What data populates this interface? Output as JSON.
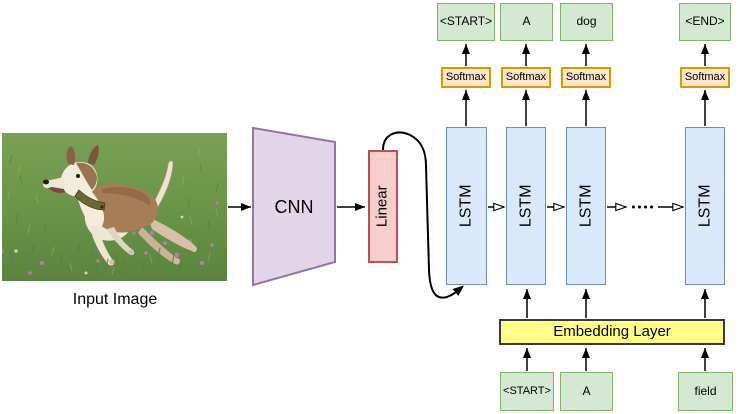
{
  "diagram": {
    "input_image": {
      "label": "Input Image",
      "description": "Photo of a brown and white dog running through a grassy field with small purple flowers"
    },
    "cnn_label": "CNN",
    "linear_label": "Linear",
    "lstm_cells": [
      {
        "label": "LSTM"
      },
      {
        "label": "LSTM"
      },
      {
        "label": "LSTM"
      },
      {
        "label": "LSTM"
      }
    ],
    "softmax_boxes": [
      {
        "label": "Softmax"
      },
      {
        "label": "Softmax"
      },
      {
        "label": "Softmax"
      },
      {
        "label": "Softmax"
      }
    ],
    "output_tokens": [
      {
        "label": "<START>"
      },
      {
        "label": "A"
      },
      {
        "label": "dog"
      },
      {
        "label": "<END>"
      }
    ],
    "input_tokens": [
      {
        "label": "<START>"
      },
      {
        "label": "A"
      },
      {
        "label": "field"
      }
    ],
    "embedding_label": "Embedding Layer",
    "ellipsis": "····"
  },
  "colors": {
    "token_fill": "#d5e8d4",
    "token_stroke": "#82b366",
    "softmax_fill": "#ffe6cc",
    "softmax_stroke": "#d79b00",
    "lstm_fill": "#dae8fc",
    "lstm_stroke": "#6c8ebf",
    "cnn_fill": "#e1d5e7",
    "cnn_stroke": "#9673a6",
    "linear_fill": "#f8cecc",
    "linear_stroke": "#b85450",
    "embedding_fill": "#ffff88",
    "embedding_stroke": "#36393d",
    "arrow": "#000000",
    "grass": "#6b934b",
    "flower": "#b878b8"
  }
}
